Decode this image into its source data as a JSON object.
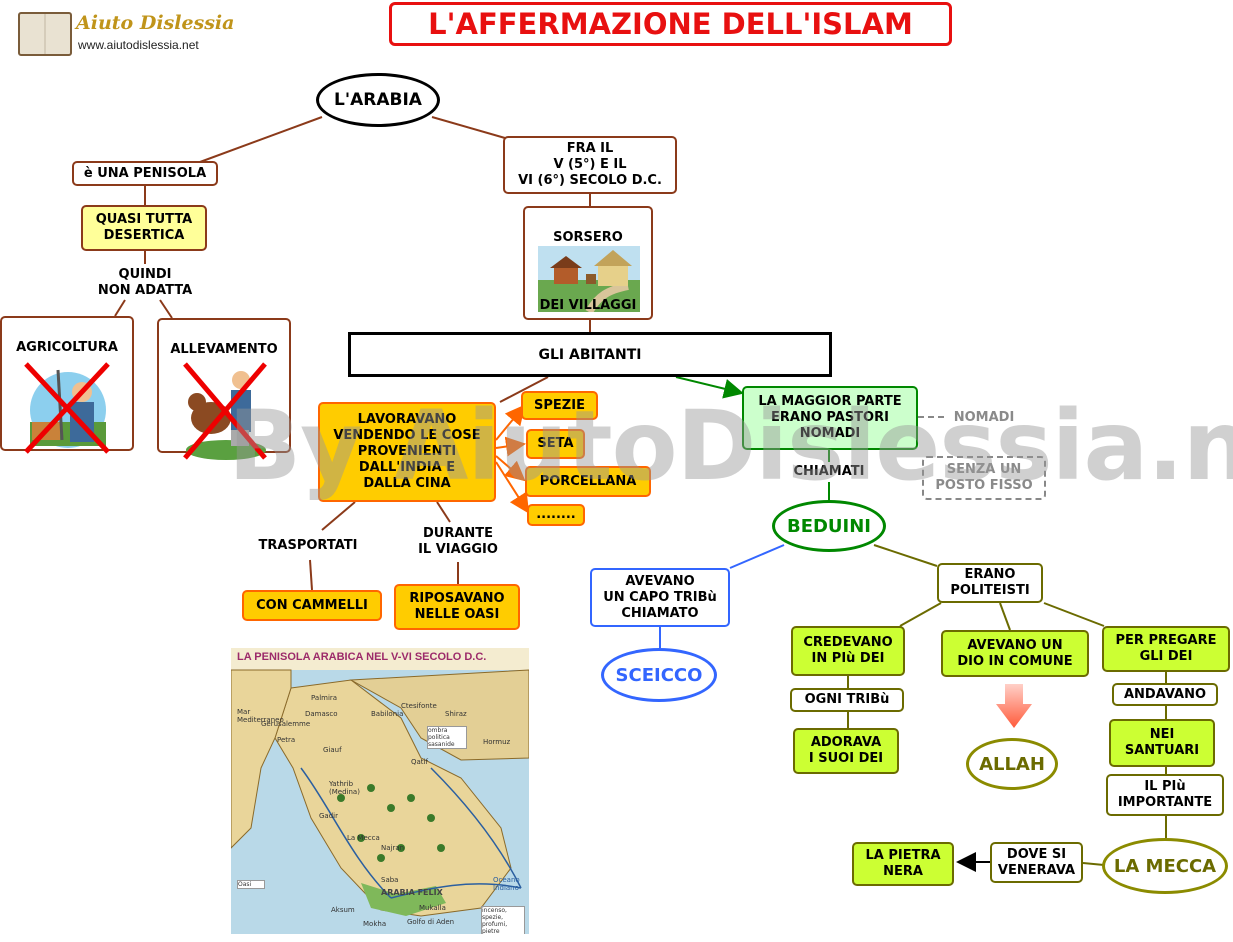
{
  "logo": {
    "name": "Aiuto Dislessia",
    "url": "www.aiutodislessia.net"
  },
  "title": "L'AFFERMAZIONE DELL'ISLAM",
  "watermark": "By AiutoDislessia.net",
  "nodes": {
    "arabia": "L'ARABIA",
    "penisola": "è UNA PENISOLA",
    "desertica": "QUASI TUTTA\nDESERTICA",
    "quindi": "QUINDI\nNON ADATTA",
    "agricoltura": "AGRICOLTURA",
    "allevamento": "ALLEVAMENTO",
    "secolo": "FRA IL\nV (5°)  E IL\nVI (6°) SECOLO D.C.",
    "sorsero": "SORSERO",
    "villaggi": "DEI VILLAGGI",
    "abitanti": "GLI ABITANTI",
    "lavoravano": "LAVORAVANO\nVENDENDO LE COSE\nPROVENIENTI\nDALL'INDIA E\nDALLA CINA",
    "spezie": "SPEZIE",
    "seta": "SETA",
    "porcellana": "PORCELLANA",
    "dots": "........",
    "trasportati": "TRASPORTATI",
    "durante": "DURANTE\nIL VIAGGIO",
    "cammelli": "CON CAMMELLI",
    "oasi": "RIPOSAVANO\nNELLE OASI",
    "pastori": "LA MAGGIOR PARTE\nERANO PASTORI\nNOMADI",
    "nomadi": "NOMADI",
    "senza": "SENZA UN\nPOSTO FISSO",
    "chiamati": "CHIAMATI",
    "beduini": "BEDUINI",
    "capo": "AVEVANO\nUN CAPO TRIBù\nCHIAMATO",
    "sceicco": "SCEICCO",
    "politeisti": "ERANO\nPOLITEISTI",
    "credevano": "CREDEVANO\nIN PIù DEI",
    "ogni": "OGNI TRIBù",
    "adorava": "ADORAVA\nI SUOI DEI",
    "comune": "AVEVANO UN\nDIO IN COMUNE",
    "allah": "ALLAH",
    "pregare": "PER PREGARE\nGLI DEI",
    "andavano": "ANDAVANO",
    "santuari": "NEI\nSANTUARI",
    "importante": "IL PIù\nIMPORTANTE",
    "mecca": "LA MECCA",
    "venerava": "DOVE SI\nVENERAVA",
    "pietra": "LA PIETRA\nNERA"
  },
  "map": {
    "title": "LA PENISOLA ARABICA NEL V-VI SECOLO D.C.",
    "labels": [
      "Mar Mediterraneo",
      "Palmira",
      "Damasco",
      "Gerusalemme",
      "Petra",
      "Giauf",
      "Babilonia",
      "Ctesifonte",
      "Shiraz",
      "Hormuz",
      "Yathrib (Medina)",
      "Gadir",
      "Qatif",
      "La Mecca",
      "Najran",
      "Saba",
      "ARABIA FELIX",
      "Mukalla",
      "Golfo di Aden",
      "Aksum",
      "Mokha",
      "Oceano Indiano",
      "ombra politica sasanide",
      "Oasi",
      "incenso, spezie, profumi, pietre preziose"
    ]
  }
}
